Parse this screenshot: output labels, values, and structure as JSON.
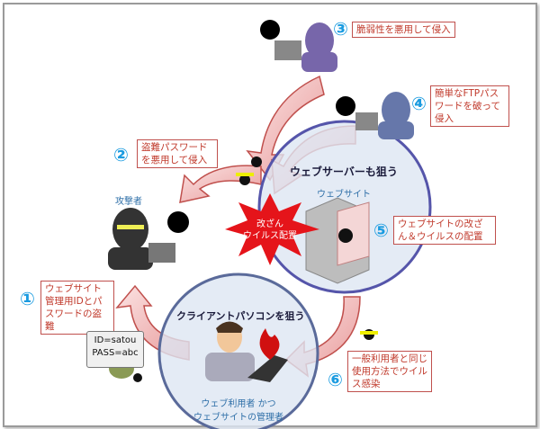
{
  "steps": [
    {
      "num": "①",
      "text": "ウェブサイト管理用IDとパスワードの盗難"
    },
    {
      "num": "②",
      "text": "盗難パスワードを悪用して侵入"
    },
    {
      "num": "③",
      "text": "脆弱性を悪用して侵入"
    },
    {
      "num": "④",
      "text": "簡単なFTPパスワードを破って侵入"
    },
    {
      "num": "⑤",
      "text": "ウェブサイトの改ざん＆ウイルスの配置"
    },
    {
      "num": "⑥",
      "text": "一般利用者と同じ使用方法でウイルス感染"
    }
  ],
  "labels": {
    "attacker": "攻撃者",
    "server_target": "ウェブサーバーも狙う",
    "website": "ウェブサイト",
    "tamper_line1": "改ざん",
    "tamper_line2": "ウイルス配置",
    "client_target": "クライアントパソコンを狙う",
    "user_line1": "ウェブ利用者 かつ",
    "user_line2": "ウェブサイトの管理者"
  },
  "credentials": {
    "id": "ID=satou",
    "pass": "PASS=abc"
  }
}
